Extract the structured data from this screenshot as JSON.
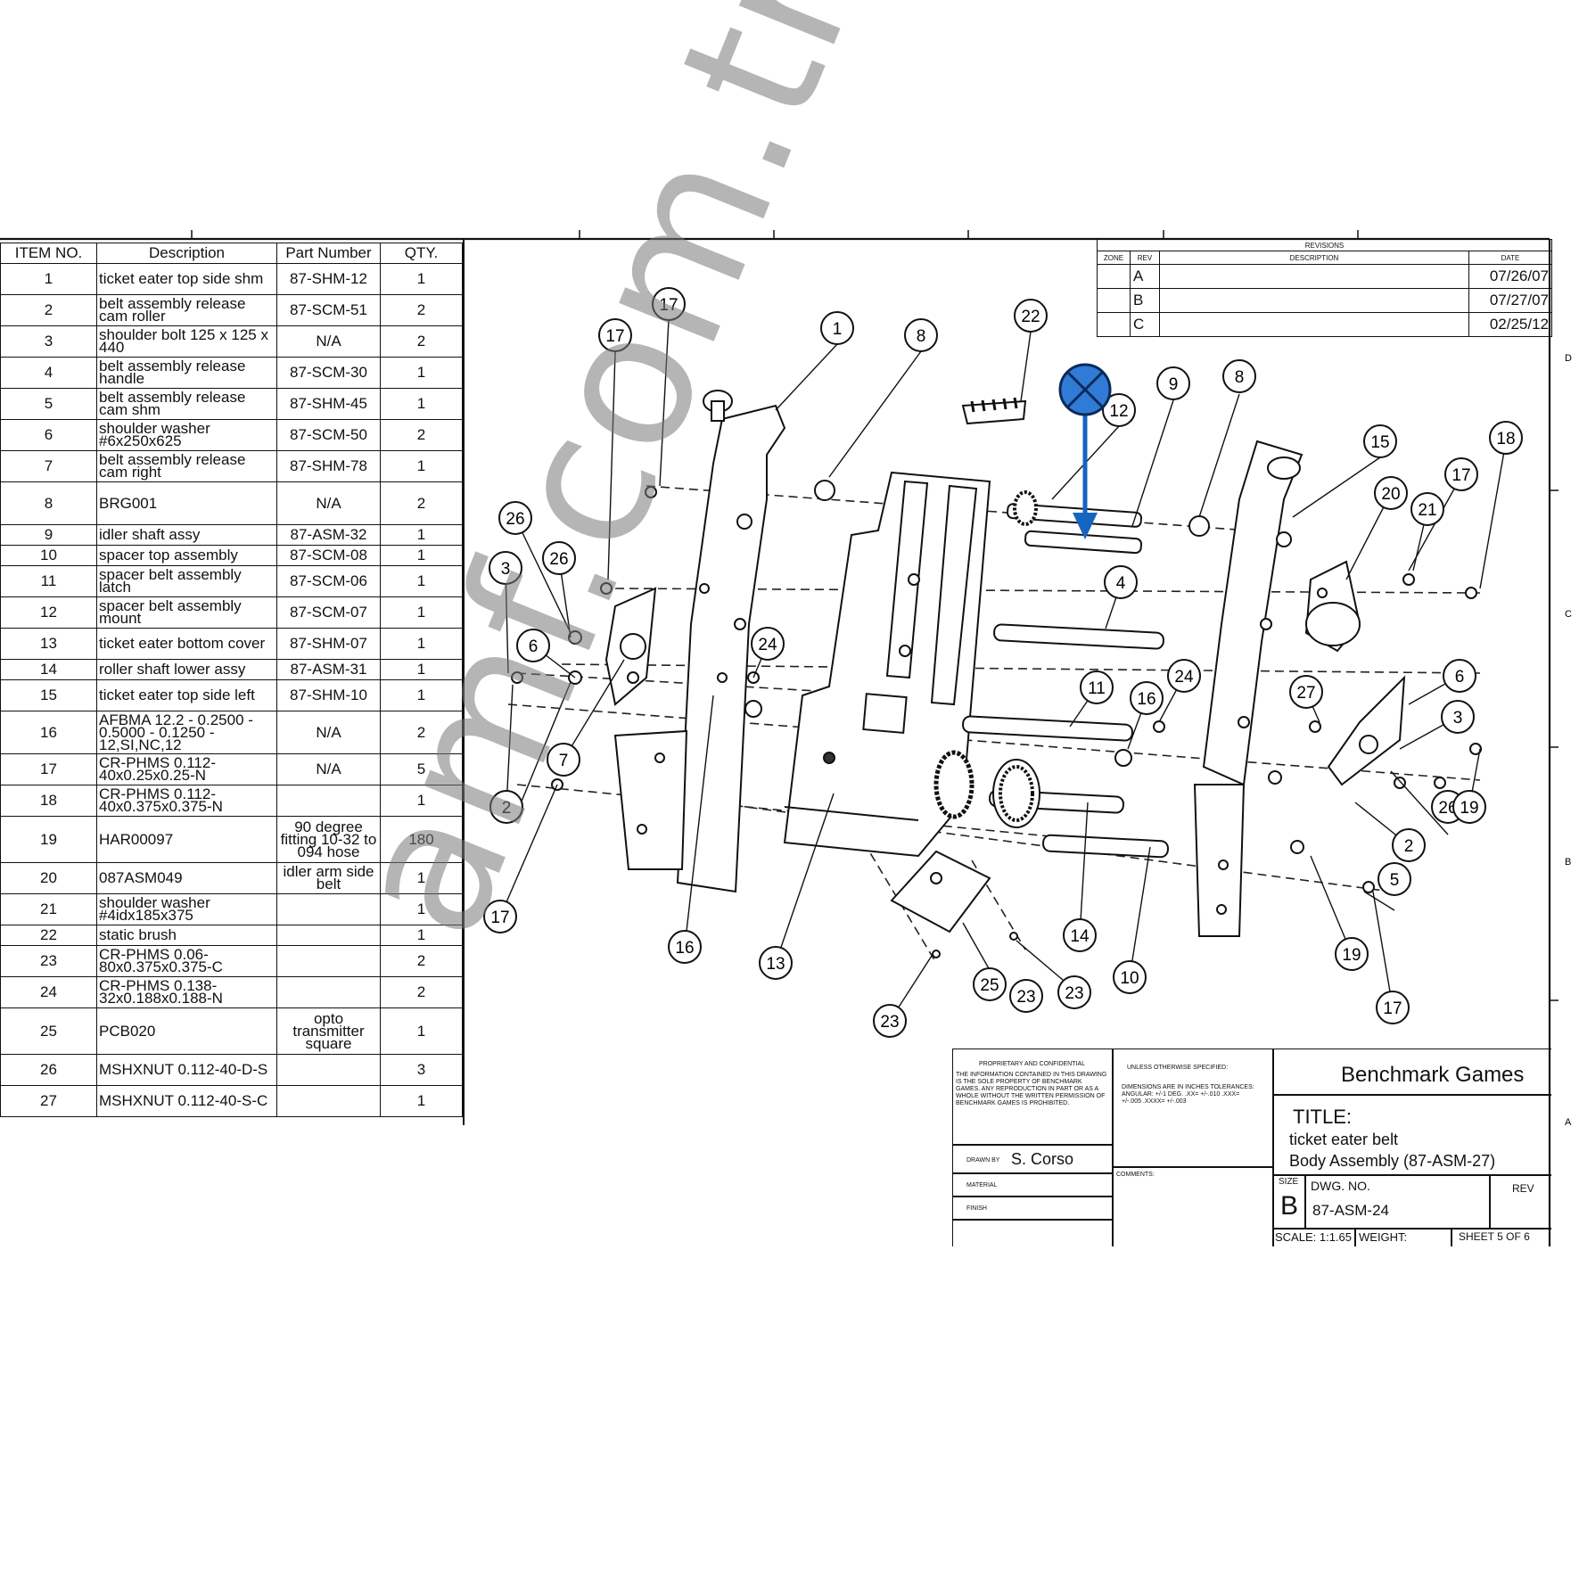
{
  "bom": {
    "headers": [
      "ITEM NO.",
      "Description",
      "Part Number",
      "QTY."
    ],
    "rows": [
      {
        "item": "1",
        "desc": "ticket eater top side shm",
        "part": "87-SHM-12",
        "qty": "1"
      },
      {
        "item": "2",
        "desc": "belt assembly release cam roller",
        "part": "87-SCM-51",
        "qty": "2"
      },
      {
        "item": "3",
        "desc": "shoulder bolt 125 x 125 x 440",
        "part": "N/A",
        "qty": "2"
      },
      {
        "item": "4",
        "desc": "belt assembly release handle",
        "part": "87-SCM-30",
        "qty": "1"
      },
      {
        "item": "5",
        "desc": "belt assembly release cam shm",
        "part": "87-SHM-45",
        "qty": "1"
      },
      {
        "item": "6",
        "desc": "shoulder washer #6x250x625",
        "part": "87-SCM-50",
        "qty": "2"
      },
      {
        "item": "7",
        "desc": "belt assembly release cam right",
        "part": "87-SHM-78",
        "qty": "1"
      },
      {
        "item": "8",
        "desc": "BRG001",
        "part": "N/A",
        "qty": "2"
      },
      {
        "item": "9",
        "desc": "idler shaft assy",
        "part": "87-ASM-32",
        "qty": "1"
      },
      {
        "item": "10",
        "desc": "spacer top assembly",
        "part": "87-SCM-08",
        "qty": "1"
      },
      {
        "item": "11",
        "desc": "spacer belt assembly latch",
        "part": "87-SCM-06",
        "qty": "1"
      },
      {
        "item": "12",
        "desc": "spacer belt assembly mount",
        "part": "87-SCM-07",
        "qty": "1"
      },
      {
        "item": "13",
        "desc": "ticket eater bottom cover",
        "part": "87-SHM-07",
        "qty": "1"
      },
      {
        "item": "14",
        "desc": "roller shaft lower assy",
        "part": "87-ASM-31",
        "qty": "1"
      },
      {
        "item": "15",
        "desc": "ticket eater top side left",
        "part": "87-SHM-10",
        "qty": "1"
      },
      {
        "item": "16",
        "desc": "AFBMA 12.2 - 0.2500 - 0.5000 - 0.1250 - 12,SI,NC,12",
        "part": "N/A",
        "qty": "2"
      },
      {
        "item": "17",
        "desc": "CR-PHMS 0.112-40x0.25x0.25-N",
        "part": "N/A",
        "qty": "5"
      },
      {
        "item": "18",
        "desc": "CR-PHMS 0.112-40x0.375x0.375-N",
        "part": "",
        "qty": "1"
      },
      {
        "item": "19",
        "desc": "HAR00097",
        "part": "90 degree fitting 10-32 to 094 hose",
        "qty": "180"
      },
      {
        "item": "20",
        "desc": "087ASM049",
        "part": "idler arm side belt",
        "qty": "1"
      },
      {
        "item": "21",
        "desc": "shoulder washer #4idx185x375",
        "part": "",
        "qty": "1"
      },
      {
        "item": "22",
        "desc": "static brush",
        "part": "",
        "qty": "1"
      },
      {
        "item": "23",
        "desc": "CR-PHMS 0.06-80x0.375x0.375-C",
        "part": "",
        "qty": "2"
      },
      {
        "item": "24",
        "desc": "CR-PHMS 0.138-32x0.188x0.188-N",
        "part": "",
        "qty": "2"
      },
      {
        "item": "25",
        "desc": "PCB020",
        "part": "opto transmitter square",
        "qty": "1"
      },
      {
        "item": "26",
        "desc": "MSHXNUT 0.112-40-D-S",
        "part": "",
        "qty": "3"
      },
      {
        "item": "27",
        "desc": "MSHXNUT 0.112-40-S-C",
        "part": "",
        "qty": "1"
      }
    ]
  },
  "revisions": {
    "title": "REVISIONS",
    "headers": [
      "ZONE",
      "REV",
      "DESCRIPTION",
      "DATE"
    ],
    "rows": [
      {
        "zone": "",
        "rev": "A",
        "desc": "",
        "date": "07/26/07"
      },
      {
        "zone": "",
        "rev": "B",
        "desc": "",
        "date": "07/27/07"
      },
      {
        "zone": "",
        "rev": "C",
        "desc": "",
        "date": "02/25/12"
      }
    ]
  },
  "balloons": [
    "1",
    "2",
    "3",
    "4",
    "5",
    "6",
    "7",
    "8",
    "9",
    "10",
    "11",
    "12",
    "13",
    "14",
    "15",
    "16",
    "17",
    "18",
    "19",
    "20",
    "21",
    "22",
    "23",
    "24",
    "25",
    "26",
    "27"
  ],
  "zones": {
    "d": "D",
    "c": "C",
    "b": "B",
    "a": "A"
  },
  "title_block": {
    "company": "Benchmark Games",
    "title_label": "TITLE:",
    "title_line1": "ticket eater belt",
    "title_line2": "Body Assembly (87-ASM-27)",
    "size_label": "SIZE",
    "size": "B",
    "dwg_no_label": "DWG.  NO.",
    "dwg_no": "87-ASM-24",
    "rev_label": "REV",
    "scale": "SCALE: 1:1.65",
    "weight": "WEIGHT:",
    "sheet": "SHEET 5 OF 6",
    "drawn_by_label": "DRAWN BY",
    "drawn_by": "S. Corso",
    "material_label": "MATERIAL",
    "finish_label": "FINISH",
    "comments_label": "COMMENTS:",
    "proprietary_title": "PROPRIETARY AND CONFIDENTIAL",
    "proprietary_text": "THE INFORMATION CONTAINED IN THIS DRAWING IS THE SOLE PROPERTY OF BENCHMARK GAMES. ANY REPRODUCTION IN PART OR AS A WHOLE WITHOUT THE WRITTEN PERMISSION OF BENCHMARK GAMES IS PROHIBITED.",
    "unless_title": "UNLESS OTHERWISE SPECIFIED:",
    "unless_text": "DIMENSIONS ARE IN INCHES TOLERANCES: ANGULAR: +/-1 DEG. .XX= +/-.010 .XXX= +/-.005 .XXXX= +/-.003"
  },
  "watermark": "amf.com.tr",
  "colors": {
    "marker": "#2f7bd6",
    "marker_dark": "#0b2a5a",
    "arrow": "#1565c0",
    "line": "#111111"
  }
}
